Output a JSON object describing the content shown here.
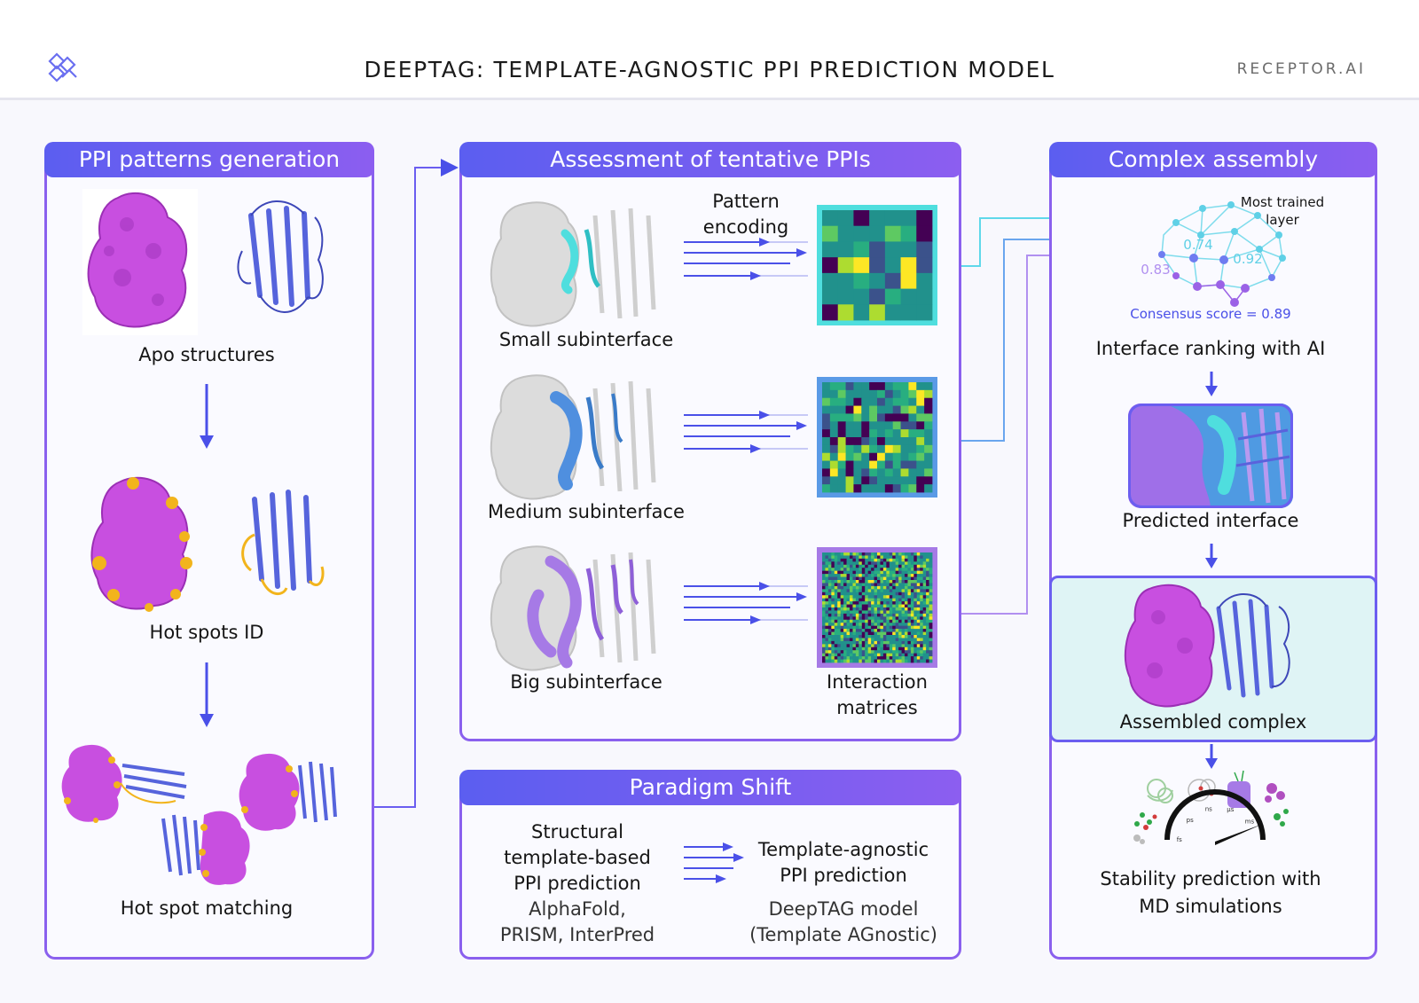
{
  "header": {
    "title": "DEEPTAG: TEMPLATE-AGNOSTIC PPI PREDICTION MODEL",
    "brand": "RECEPTOR.AI",
    "logo_icon": "receptor-ai-logo"
  },
  "panels": {
    "generation": {
      "title": "PPI patterns generation",
      "steps": [
        "Apo structures",
        "Hot spots ID",
        "Hot spot matching"
      ]
    },
    "assessment": {
      "title": "Assessment of tentative PPIs",
      "encoding_label_1": "Pattern",
      "encoding_label_2": "encoding",
      "subinterfaces": [
        "Small subinterface",
        "Medium subinterface",
        "Big subinterface"
      ],
      "matrices_label_1": "Interaction",
      "matrices_label_2": "matrices"
    },
    "complex": {
      "title": "Complex assembly",
      "layer_label_1": "Most trained",
      "layer_label_2": "layer",
      "scores": [
        "0.74",
        "0.92",
        "0.83"
      ],
      "consensus": "Consensus score = 0.89",
      "ranking": "Interface ranking with AI",
      "predicted": "Predicted interface",
      "assembled": "Assembled complex",
      "stability_1": "Stability prediction with",
      "stability_2": "MD simulations",
      "timescale_ticks": [
        "fs",
        "ps",
        "ns",
        "μs",
        "ms"
      ]
    },
    "paradigm": {
      "title": "Paradigm Shift",
      "left_title": [
        "Structural",
        "template-based",
        "PPI prediction"
      ],
      "left_examples": [
        "AlphaFold,",
        "PRISM, InterPred"
      ],
      "right_title": [
        "Template-agnostic",
        "PPI prediction"
      ],
      "right_examples_1": "DeepTAG model",
      "right_examples_2": "(Template AGnostic)"
    }
  },
  "colors": {
    "accent_blue": "#5b5ef0",
    "accent_purple": "#8c5ef0",
    "protein_magenta": "#c84fe0",
    "ribbon_blue": "#6675e3",
    "hotspot_orange": "#f2b41c",
    "small_cyan": "#4fdede",
    "medium_blue": "#4f8fdf",
    "big_purple": "#a67ae6"
  }
}
